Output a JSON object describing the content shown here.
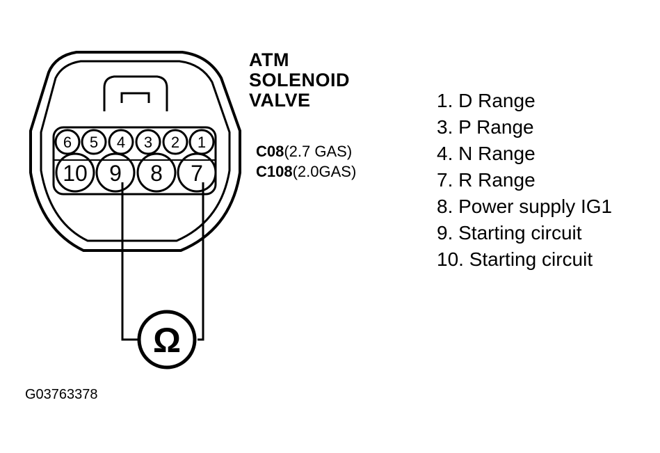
{
  "component": {
    "title_lines": [
      "ATM",
      "SOLENOID",
      "VALVE"
    ]
  },
  "connector_codes": [
    {
      "code": "C08",
      "spec": "(2.7 GAS)"
    },
    {
      "code": "C108",
      "spec": "(2.0GAS)"
    }
  ],
  "connector": {
    "top_row_pins": [
      "6",
      "5",
      "4",
      "3",
      "2",
      "1"
    ],
    "bottom_row_pins": [
      "10",
      "9",
      "8",
      "7"
    ]
  },
  "meter": {
    "symbol": "Ω",
    "probe_pins": [
      "9",
      "7"
    ]
  },
  "pin_functions": [
    "1. D Range",
    "3. P Range",
    "4. N Range",
    "7. R Range",
    "8. Power supply IG1",
    "9. Starting circuit",
    "10. Starting circuit"
  ],
  "figure_id": "G03763378"
}
